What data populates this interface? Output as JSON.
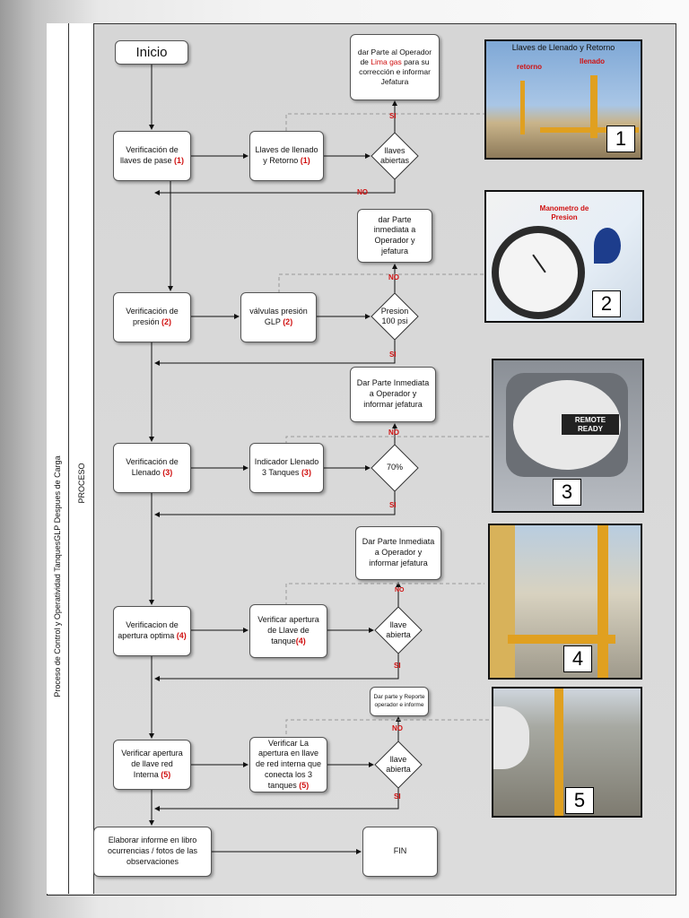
{
  "lanes": {
    "outer": "Proceso de Control y Operatividad TanquesGLP Despues de Carga",
    "inner": "PROCESO"
  },
  "start": "Inicio",
  "end": "FIN",
  "steps": [
    {
      "verify": {
        "text": "Verificación de llaves de pase",
        "ref": "(1)"
      },
      "detail": {
        "text": "Llaves de llenado y Retorno",
        "ref": "(1)"
      },
      "decision": "llaves abiertas",
      "report": {
        "pre": "dar Parte al  Operador de",
        "highlight": "Lima gas",
        "post": "para su corrección e informar Jefatura"
      },
      "yes_label": "SI",
      "no_label": "NO"
    },
    {
      "verify": {
        "text": "Verificación de presión",
        "ref": "(2)"
      },
      "detail": {
        "text": "válvulas presión GLP",
        "ref": "(2)"
      },
      "decision": "Presion 100 psi",
      "report": {
        "text": "dar Parte inmediata a Operador  y jefatura"
      },
      "yes_label": "SI",
      "no_label": "NO"
    },
    {
      "verify": {
        "text": "Verificación de Llenado",
        "ref": "(3)"
      },
      "detail": {
        "text": "Indicador Llenado 3 Tanques",
        "ref": "(3)"
      },
      "decision": "70%",
      "report": {
        "text": "Dar Parte Inmediata a Operador y informar jefatura"
      },
      "yes_label": "SI",
      "no_label": "NO"
    },
    {
      "verify": {
        "text": "Verificacion de apertura optima",
        "ref": "(4)"
      },
      "detail": {
        "text": "Verificar apertura de Llave de tanque",
        "ref": "(4)"
      },
      "decision": "llave abierta",
      "report": {
        "text": "Dar Parte Inmediata a Operador y informar jefatura"
      },
      "yes_label": "SI",
      "no_label": "NO"
    },
    {
      "verify": {
        "text": "Verificar apertura de llave red Interna",
        "ref": "(5)"
      },
      "detail": {
        "text": "Verificar La apertura en llave de red interna que conecta los 3 tanques",
        "ref": "(5)"
      },
      "decision": "llave abierta",
      "report": {
        "text": "Dar parte y Reporte operador e informe"
      },
      "yes_label": "SI",
      "no_label": "NO"
    }
  ],
  "final_step": "Elaborar  informe en libro ocurrencias / fotos de las observaciones",
  "photos": [
    {
      "number": "1",
      "caption": "Llaves de Llenado y Retorno",
      "labels": [
        "retorno",
        "llenado"
      ]
    },
    {
      "number": "2",
      "labels": [
        "Manometro de Presion"
      ]
    },
    {
      "number": "3",
      "labels": [
        "REMOTE READY"
      ]
    },
    {
      "number": "4",
      "labels": []
    },
    {
      "number": "5",
      "labels": []
    }
  ],
  "colors": {
    "accent_red": "#d01010",
    "node_border": "#555555",
    "lane_bg": "#dcdcdc"
  }
}
